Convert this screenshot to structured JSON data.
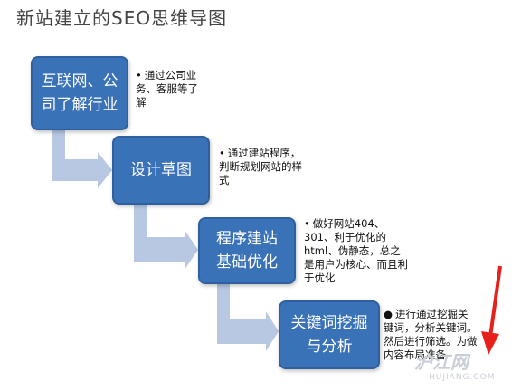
{
  "title": "新站建立的SEO思维导图",
  "steps": [
    {
      "label_lines": [
        "互联网、公",
        "司了解行业"
      ]
    },
    {
      "label_lines": [
        "设计草图"
      ]
    },
    {
      "label_lines": [
        "程序建站",
        "基础优化"
      ]
    },
    {
      "label_lines": [
        "关键词挖掘",
        "与分析"
      ]
    }
  ],
  "notes": [
    {
      "bullet": "•",
      "text": "通过公司业务、客服等了解"
    },
    {
      "bullet": "•",
      "text": "通过建站程序，判断规划网站的样式"
    },
    {
      "bullet": "•",
      "text": "做好网站404、301、利于优化的html、伪静态，总之是用户为核心、而且利于优化"
    },
    {
      "bullet": "●",
      "text": "进行通过挖掘关键词，分析关键词。然后进行筛选。为做内容布局准备"
    }
  ],
  "watermark": {
    "main": "沪江网",
    "sub": "HUJIANG.COM"
  },
  "colors": {
    "box_fill": "#3a72b8",
    "connector": "#b8c8e2",
    "arrow": "#e8201c"
  }
}
